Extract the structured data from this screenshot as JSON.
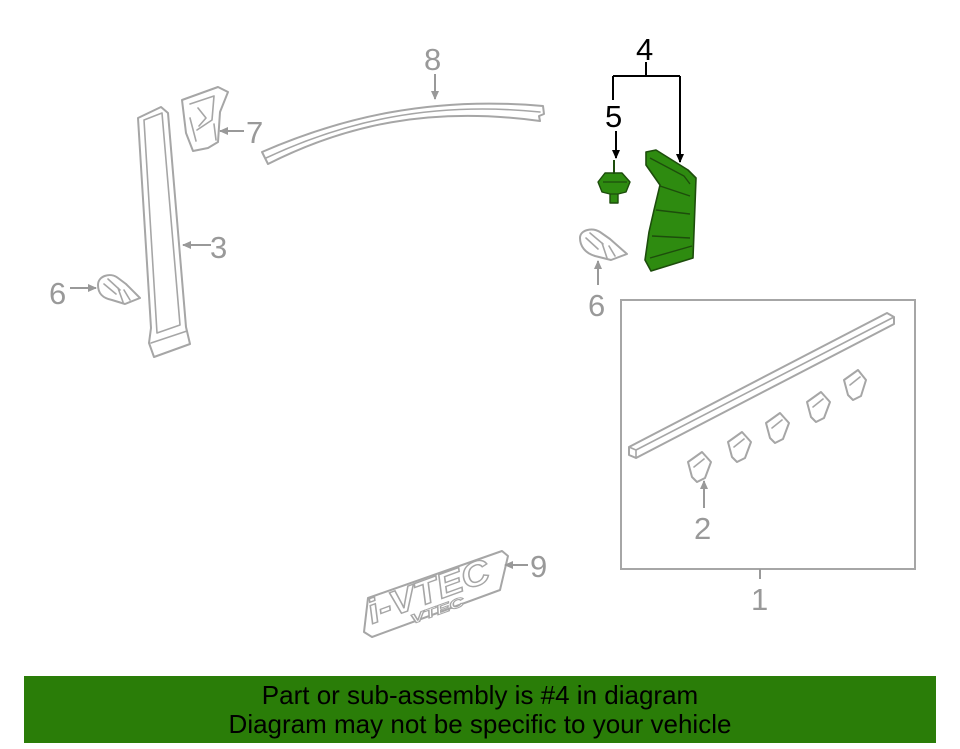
{
  "callouts": {
    "c1": "1",
    "c2": "2",
    "c3": "3",
    "c4": "4",
    "c5": "5",
    "c6a": "6",
    "c6b": "6",
    "c7": "7",
    "c8": "8",
    "c9": "9"
  },
  "highlighted_part": "4",
  "emblem_text": "i-VTEC",
  "emblem_sub": "VTEC",
  "banner": {
    "line1": "Part or sub-assembly is #4 in diagram",
    "line2": "Diagram may not be specific to your vehicle"
  },
  "colors": {
    "highlight": "#2e8b10",
    "banner_bg": "#2a7d08",
    "part_stroke": "#a6a6a6",
    "callout_gray": "#999999"
  },
  "icons": [
    "arrow-icon"
  ]
}
